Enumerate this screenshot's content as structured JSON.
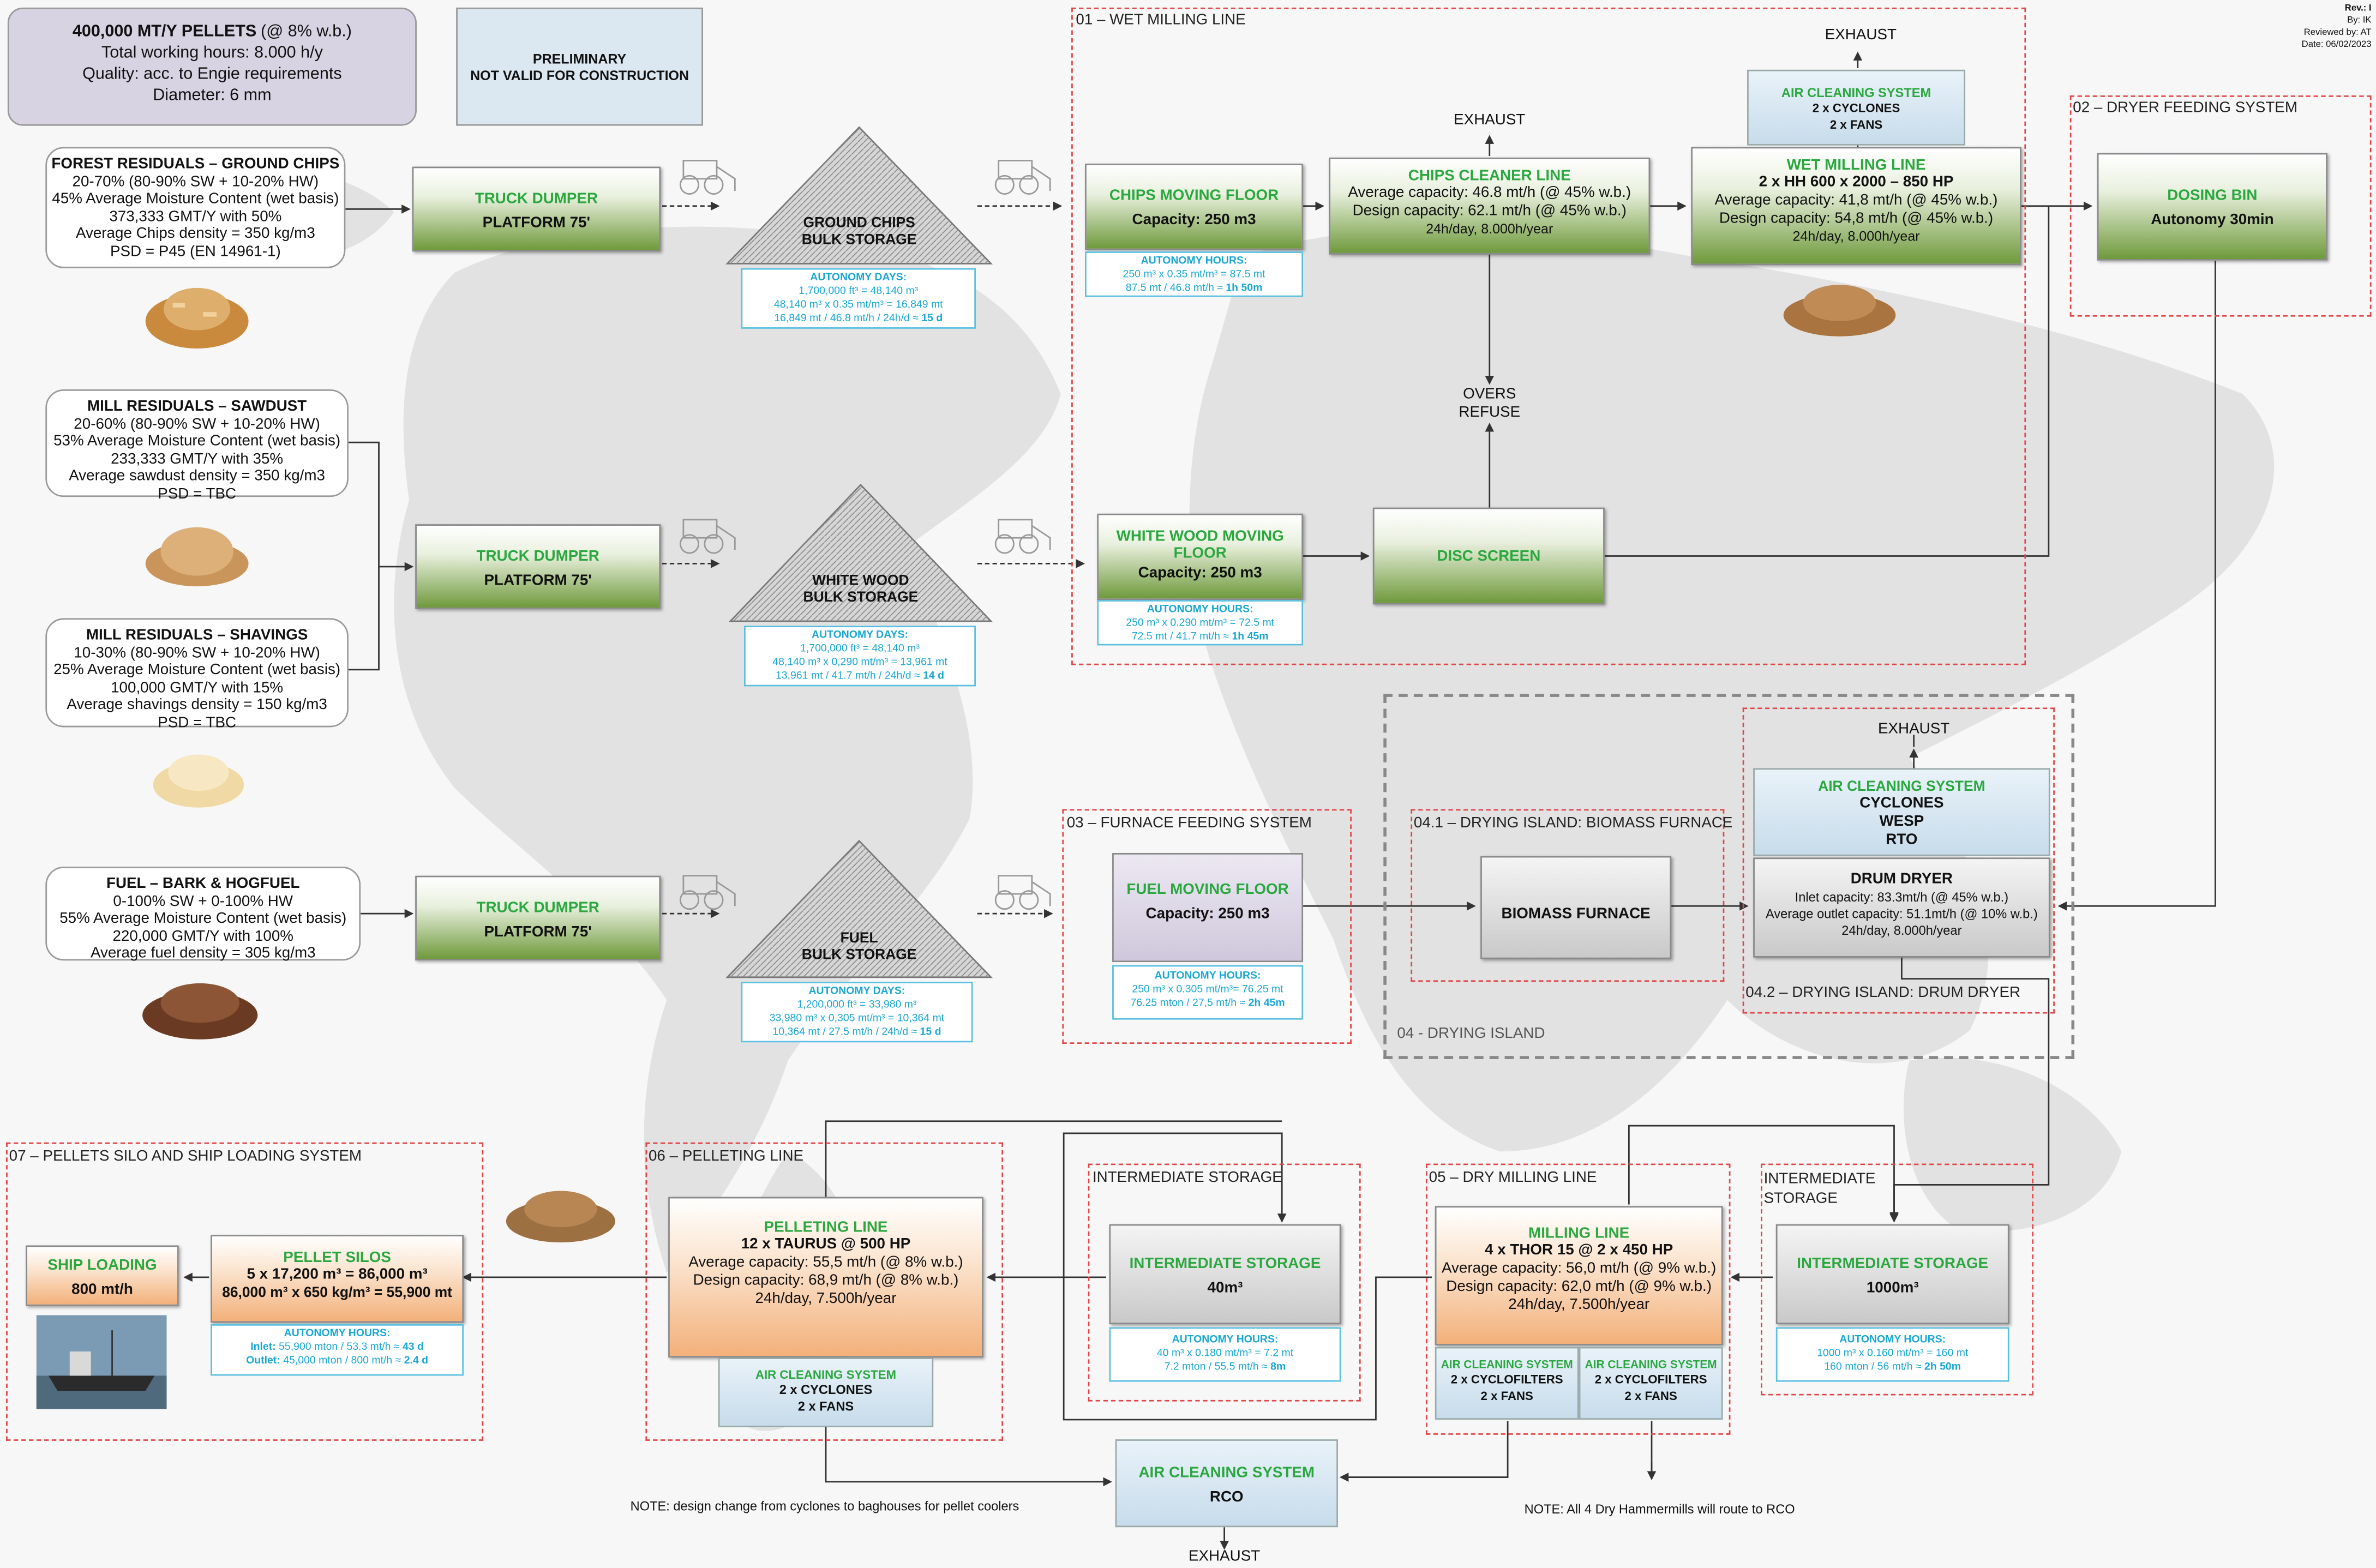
{
  "header": {
    "title": "400,000 MT/Y PELLETS",
    "title_suffix": "(@ 8% w.b.)",
    "line2": "Total working hours: 8.000 h/y",
    "line3": "Quality: acc. to Engie requirements",
    "line4": "Diameter: 6 mm",
    "prelim_line1": "PRELIMINARY",
    "prelim_line2": "NOT VALID FOR CONSTRUCTION",
    "rev": "Rev.: I",
    "by": "By: IK",
    "reviewed": "Reviewed by: AT",
    "date": "Date: 06/02/2023"
  },
  "sources": [
    {
      "title": "FOREST RESIDUALS – GROUND CHIPS",
      "lines": [
        "20-70% (80-90% SW + 10-20% HW)",
        "45% Average Moisture Content (wet basis)",
        "373,333 GMT/Y with 50%",
        "Average Chips density = 350 kg/m3",
        "PSD = P45 (EN 14961-1)"
      ]
    },
    {
      "title": "MILL RESIDUALS – SAWDUST",
      "lines": [
        "20-60% (80-90% SW + 10-20% HW)",
        "53% Average Moisture Content (wet basis)",
        "233,333 GMT/Y with 35%",
        "Average sawdust density = 350 kg/m3",
        "PSD = TBC"
      ]
    },
    {
      "title": "MILL RESIDUALS – SHAVINGS",
      "lines": [
        "10-30%  (80-90% SW + 10-20% HW)",
        "25% Average Moisture Content (wet basis)",
        "100,000 GMT/Y with 15%",
        "Average shavings density = 150 kg/m3",
        "PSD = TBC"
      ]
    },
    {
      "title": "FUEL – BARK & HOGFUEL",
      "lines": [
        "0-100% SW + 0-100% HW",
        "55% Average Moisture Content (wet basis)",
        "220,000 GMT/Y with 100%",
        "Average fuel density = 305 kg/m3"
      ]
    }
  ],
  "dumpers": [
    {
      "title": "TRUCK DUMPER",
      "sub": "PLATFORM 75'"
    },
    {
      "title": "TRUCK DUMPER",
      "sub": "PLATFORM 75'"
    },
    {
      "title": "TRUCK DUMPER",
      "sub": "PLATFORM 75'"
    }
  ],
  "piles": [
    {
      "line1": "GROUND CHIPS",
      "line2": "BULK STORAGE",
      "auto_title": "AUTONOMY DAYS:",
      "auto": [
        "1,700,000 ft³ = 48,140 m³",
        "48,140 m³ x 0.35 mt/m³ = 16,849 mt"
      ],
      "auto_last": "16,849 mt / 46.8 mt/h / 24h/d ≈ ",
      "auto_bold": "15 d"
    },
    {
      "line1": "WHITE WOOD",
      "line2": "BULK STORAGE",
      "auto_title": "AUTONOMY DAYS:",
      "auto": [
        "1,700,000 ft³ = 48,140 m³",
        "48,140 m³ x 0,290 mt/m³ = 13,961 mt"
      ],
      "auto_last": "13,961 mt / 41.7 mt/h / 24h/d ≈ ",
      "auto_bold": "14 d"
    },
    {
      "line1": "FUEL",
      "line2": "BULK STORAGE",
      "auto_title": "AUTONOMY DAYS:",
      "auto": [
        "1,200,000 ft³ = 33,980 m³",
        "33,980 m³ x 0,305 mt/m³ = 10,364 mt"
      ],
      "auto_last": "10,364 mt / 27.5 mt/h / 24h/d ≈ ",
      "auto_bold": "15 d"
    }
  ],
  "sections": {
    "wet": "01 – WET MILLING LINE",
    "dryer_feed": "02 – DRYER FEEDING SYSTEM",
    "furnace_feed": "03 – FURNACE FEEDING SYSTEM",
    "drying_island": "04 - DRYING ISLAND",
    "biomass_furnace": "04.1 – DRYING ISLAND: BIOMASS FURNACE",
    "drum_dryer": "04.2 – DRYING ISLAND:  DRUM DRYER",
    "dry_milling": "05 – DRY MILLING LINE",
    "inter_a": "INTERMEDIATE",
    "inter_b": "STORAGE",
    "inter2": "INTERMEDIATE STORAGE",
    "pelleting": "06 – PELLETING LINE",
    "silo": "07 – PELLETS SILO AND SHIP LOADING SYSTEM"
  },
  "chips_floor": {
    "title": "CHIPS MOVING FLOOR",
    "sub": "Capacity: 250 m3",
    "auto_title": "AUTONOMY HOURS:",
    "auto1": "250 m³ x 0.35 mt/m³ = 87.5 mt",
    "auto2": "87.5 mt / 46.8 mt/h ≈ ",
    "auto2b": "1h 50m"
  },
  "chips_cleaner": {
    "title": "CHIPS CLEANER LINE",
    "l1": "Average capacity: 46.8 mt/h (@ 45% w.b.)",
    "l2": "Design capacity: 62.1 mt/h (@ 45% w.b.)",
    "l3": "24h/day, 8.000h/year"
  },
  "wet_mill": {
    "title": "WET MILLING LINE",
    "l0": "2 x HH 600 x 2000 –  850 HP",
    "l1": "Average capacity: 41,8 mt/h (@ 45% w.b.)",
    "l2": "Design capacity: 54,8 mt/h (@ 45% w.b.)",
    "l3": "24h/day, 8.000h/year"
  },
  "wet_air": {
    "title": "AIR CLEANING SYSTEM",
    "l1": "2 x CYCLONES",
    "l2": "2 x FANS"
  },
  "dosing_bin": {
    "title": "DOSING BIN",
    "sub": "Autonomy 30min"
  },
  "white_floor": {
    "title1": "WHITE WOOD MOVING",
    "title2": "FLOOR",
    "sub": "Capacity: 250 m3",
    "auto_title": "AUTONOMY HOURS:",
    "auto1": "250 m³ x 0.290 mt/m³ = 72.5 mt",
    "auto2": "72.5 mt / 41.7 mt/h ≈ ",
    "auto2b": "1h 45m"
  },
  "disc_screen": {
    "title": "DISC SCREEN"
  },
  "overs": {
    "l1": "OVERS",
    "l2": "REFUSE"
  },
  "exhaust": "EXHAUST",
  "fuel_floor": {
    "title": "FUEL MOVING FLOOR",
    "sub": "Capacity: 250 m3",
    "auto_title": "AUTONOMY HOURS:",
    "auto1": "250 m³ x 0.305 mt/m³= 76.25 mt",
    "auto2": "76.25 mton / 27,5 mt/h ≈ ",
    "auto2b": "2h 45m"
  },
  "furnace": {
    "title": "BIOMASS FURNACE"
  },
  "dryer_air": {
    "title": "AIR CLEANING SYSTEM",
    "l1": "CYCLONES",
    "l2": "WESP",
    "l3": "RTO"
  },
  "dryer": {
    "title": "DRUM DRYER",
    "l1": "Inlet capacity: 83.3mt/h (@ 45% w.b.)",
    "l2": "Average outlet capacity: 51.1mt/h (@ 10% w.b.)",
    "l3": "24h/day, 8.000h/year"
  },
  "inter_store1": {
    "title": "INTERMEDIATE STORAGE",
    "sub": "1000m³",
    "auto_title": "AUTONOMY HOURS:",
    "auto1": "1000 m³ x 0.160 mt/m³ = 160 mt",
    "auto2": "160 mton / 56 mt/h ≈ ",
    "auto2b": "2h 50m"
  },
  "dry_mill": {
    "title": "MILLING LINE",
    "l0": "4 x THOR 15 @ 2 x 450 HP",
    "l1": "Average capacity: 56,0 mt/h (@ 9% w.b.)",
    "l2": "Design capacity: 62,0 mt/h (@ 9% w.b.)",
    "l3": "24h/day, 7.500h/year"
  },
  "dry_air": [
    {
      "title": "AIR CLEANING SYSTEM",
      "l1": "2 x CYCLOFILTERS",
      "l2": "2 x FANS"
    },
    {
      "title": "AIR CLEANING SYSTEM",
      "l1": "2 x CYCLOFILTERS",
      "l2": "2 x FANS"
    }
  ],
  "inter_store2": {
    "title": "INTERMEDIATE STORAGE",
    "sub": "40m³",
    "auto_title": "AUTONOMY HOURS:",
    "auto1": "40 m³ x 0.180 mt/m³ = 7.2 mt",
    "auto2": "7.2 mton / 55.5 mt/h ≈ ",
    "auto2b": "8m"
  },
  "pellet_line": {
    "title": "PELLETING LINE",
    "l0": "12 x TAURUS @ 500 HP",
    "l1": "Average capacity: 55,5 mt/h (@ 8% w.b.)",
    "l2": "Design capacity: 68,9 mt/h (@ 8% w.b.)",
    "l3": "24h/day, 7.500h/year"
  },
  "pellet_air": {
    "title": "AIR CLEANING SYSTEM",
    "l1": "2 x CYCLONES",
    "l2": "2 x FANS"
  },
  "silos": {
    "title": "PELLET SILOS",
    "l1": "5 x 17,200 m³ = 86,000 m³",
    "l2": "86,000 m³ x 650 kg/m³ =  55,900 mt",
    "auto_title": "AUTONOMY HOURS:",
    "auto1a": "Inlet: ",
    "auto1": "55,900 mton / 53.3 mt/h ≈ ",
    "auto1b": "43 d",
    "auto2a": "Outlet: ",
    "auto2": "45,000 mton / 800 mt/h ≈ ",
    "auto2b": "2.4 d"
  },
  "ship": {
    "title": "SHIP LOADING",
    "sub": "800 mt/h"
  },
  "rco": {
    "title": "AIR CLEANING SYSTEM",
    "sub": "RCO"
  },
  "notes": {
    "n1": "NOTE: design change from cyclones to baghouses for pellet coolers",
    "n2": "NOTE: All 4 Dry Hammermills will route to RCO"
  },
  "colors": {
    "green": "#2aa83f",
    "cyan": "#19a7d4",
    "red_dash": "#e04848"
  }
}
